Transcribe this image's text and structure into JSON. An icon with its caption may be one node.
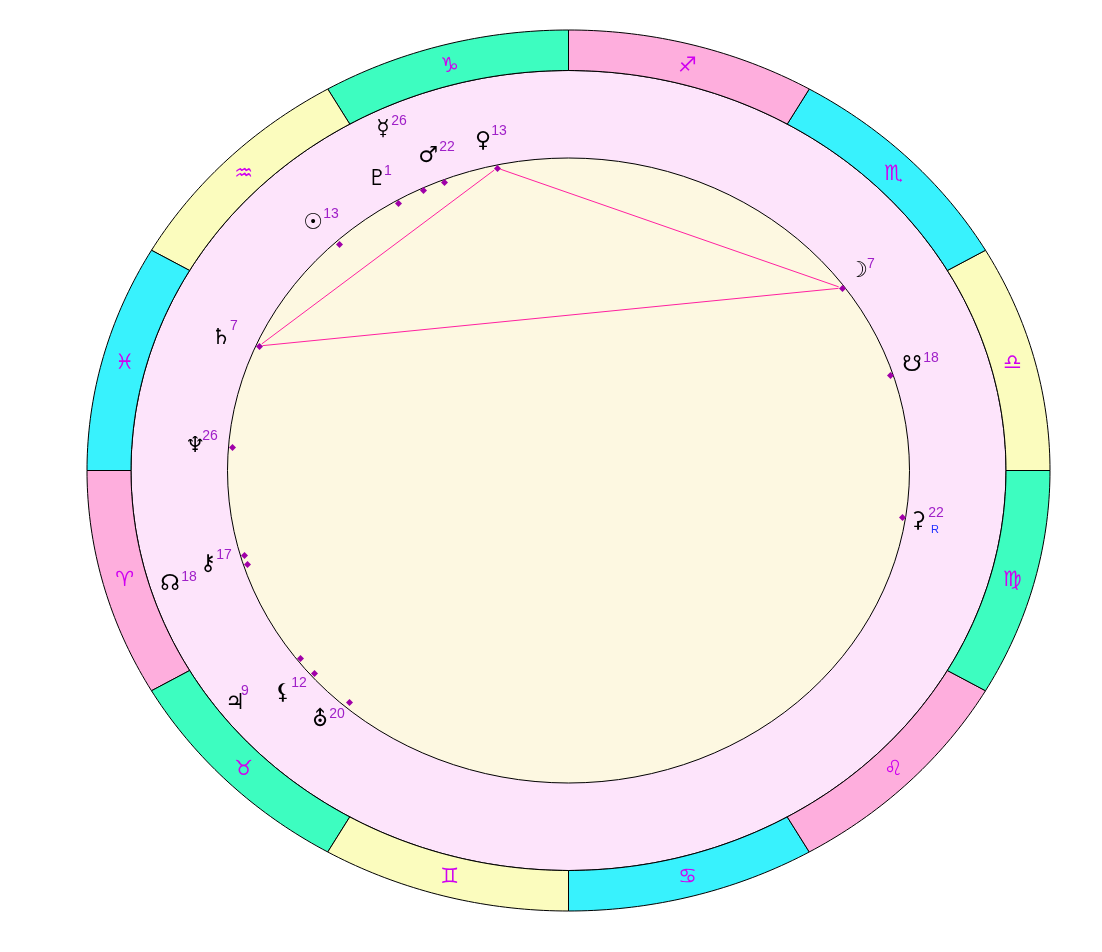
{
  "diagram": {
    "nodes": [
      {
        "text": [
          "♈"
        ]
      },
      {
        "text": [
          "♉"
        ]
      },
      {
        "text": [
          "♊"
        ]
      },
      {
        "text": [
          "♋"
        ]
      },
      {
        "text": [
          "♌"
        ]
      },
      {
        "text": [
          "♍"
        ]
      },
      {
        "text": [
          "♎"
        ]
      },
      {
        "text": [
          "♏"
        ]
      },
      {
        "text": [
          "♐"
        ]
      },
      {
        "text": [
          "♑"
        ]
      },
      {
        "text": [
          "♒"
        ]
      },
      {
        "text": [
          "♓"
        ]
      },
      {
        "text": [],
        "shape": "diamond"
      },
      {
        "text": [],
        "shape": "diamond"
      },
      {
        "text": [],
        "shape": "diamond"
      }
    ],
    "edges": [
      {
        "from": 12,
        "to": 13,
        "arrow": "none"
      },
      {
        "from": 12,
        "to": 14,
        "arrow": "none"
      },
      {
        "from": 14,
        "to": 13,
        "arrow": "none"
      }
    ],
    "labels": [
      "☿",
      "26",
      "♀",
      "13",
      "♂",
      "22",
      "♇",
      "1",
      "☉",
      "13",
      "☽",
      "7",
      "♄",
      "7",
      "☋",
      "18",
      "♆",
      "26",
      "⚳",
      "22",
      "R",
      "⚷",
      "17",
      "☊",
      "18",
      "♃",
      "9",
      "⚸",
      "12",
      "⛢",
      "20"
    ]
  }
}
